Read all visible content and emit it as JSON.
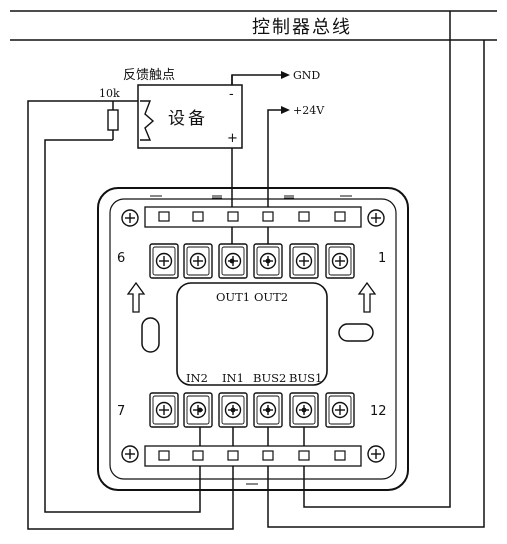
{
  "bus": {
    "label": "控制器总线"
  },
  "feedback_contact": {
    "label": "反馈触点"
  },
  "resistor": {
    "label": "10k"
  },
  "device": {
    "label": "设备",
    "minus": "-",
    "plus": "+"
  },
  "supply": {
    "gnd": "GND",
    "v24": "+24V"
  },
  "module": {
    "top_terminals": {
      "out1": "OUT1",
      "out2": "OUT2"
    },
    "bottom_terminals": {
      "in2": "IN2",
      "in1": "IN1",
      "bus2": "BUS2",
      "bus1": "BUS1"
    },
    "corner_numbers": {
      "six": "6",
      "one": "1",
      "seven": "7",
      "twelve": "12"
    }
  }
}
